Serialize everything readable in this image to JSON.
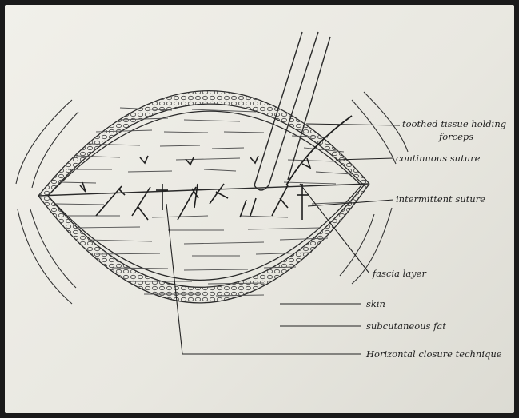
{
  "labels": {
    "forceps_line1": "toothed tissue holding",
    "forceps_line2": "forceps",
    "continuous_suture": "continuous suture",
    "intermittent_suture": "intermittent suture",
    "fascia_layer": "fascia layer",
    "skin": "skin",
    "subcutaneous_fat": "subcutaneous fat",
    "horizontal_closure": "Horizontal closure technique"
  },
  "colors": {
    "paper": "#ecebe4",
    "ink": "#2a2a2a",
    "frame": "#1a1a1a"
  }
}
